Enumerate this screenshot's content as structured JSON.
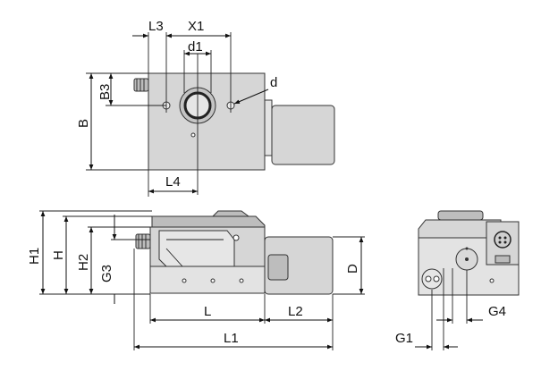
{
  "dimensions": {
    "L3": "L3",
    "X1": "X1",
    "d1": "d1",
    "d": "d",
    "B3": "B3",
    "B": "B",
    "L4": "L4",
    "H1": "H1",
    "H": "H",
    "H2": "H2",
    "G3": "G3",
    "D": "D",
    "L": "L",
    "L2": "L2",
    "L1": "L1",
    "G1": "G1",
    "G4": "G4"
  }
}
